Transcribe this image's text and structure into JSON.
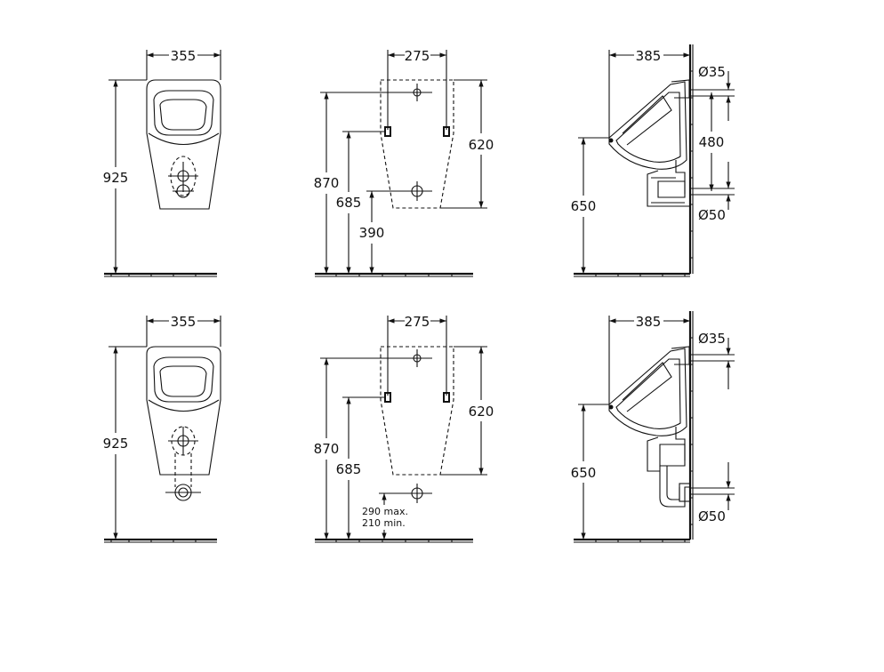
{
  "colors": {
    "line": "#111111",
    "background": "#ffffff"
  },
  "top_row": {
    "front": {
      "width": "355",
      "height": "925"
    },
    "installation": {
      "width": "275",
      "height_top": "870",
      "height_mid": "685",
      "height_outlet": "390",
      "frame_height": "620"
    },
    "side": {
      "depth": "385",
      "inlet": "Ø35",
      "spacing": "480",
      "rim_height": "650",
      "outlet": "Ø50"
    }
  },
  "bottom_row": {
    "front": {
      "width": "355",
      "height": "925"
    },
    "installation": {
      "width": "275",
      "height_top": "870",
      "height_mid": "685",
      "frame_height": "620",
      "outlet_max": "290 max.",
      "outlet_min": "210 min."
    },
    "side": {
      "depth": "385",
      "inlet": "Ø35",
      "rim_height": "650",
      "outlet": "Ø50"
    }
  }
}
